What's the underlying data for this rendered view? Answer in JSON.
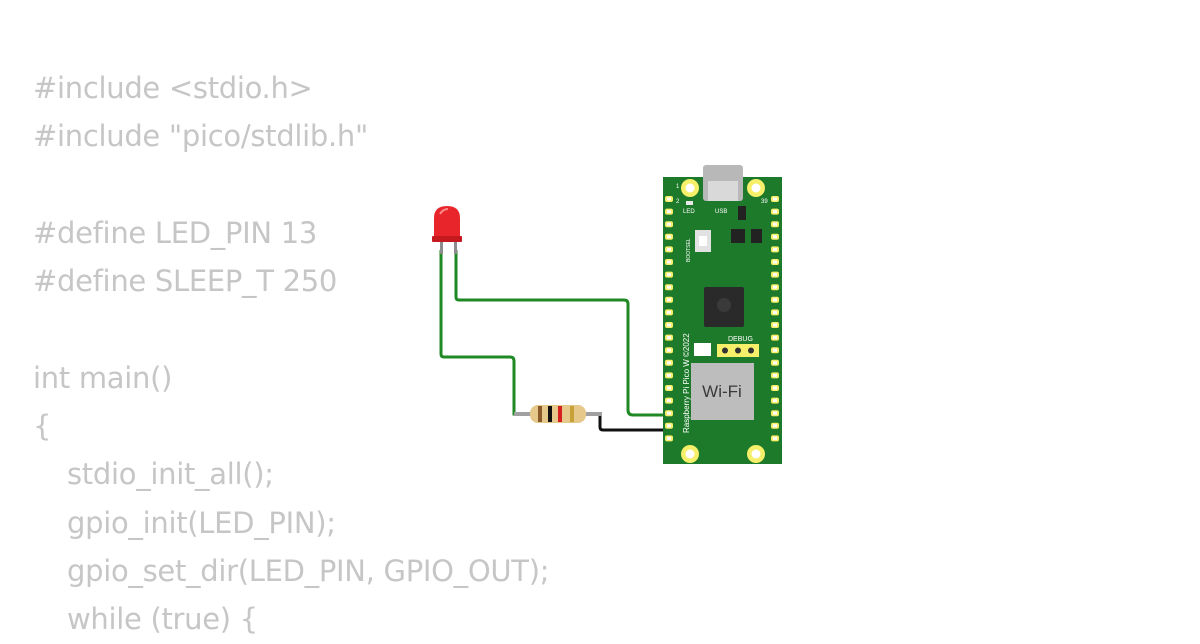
{
  "code": {
    "lines": [
      {
        "text": "#include <stdio.h>",
        "indent": 0
      },
      {
        "text": "#include \"pico/stdlib.h\"",
        "indent": 0
      },
      {
        "text": "",
        "indent": 0
      },
      {
        "text": "#define LED_PIN 13",
        "indent": 0
      },
      {
        "text": "#define SLEEP_T 250",
        "indent": 0
      },
      {
        "text": "",
        "indent": 0
      },
      {
        "text": "int main()",
        "indent": 0
      },
      {
        "text": "{",
        "indent": 0
      },
      {
        "text": "stdio_init_all();",
        "indent": 1
      },
      {
        "text": "gpio_init(LED_PIN);",
        "indent": 1
      },
      {
        "text": "gpio_set_dir(LED_PIN, GPIO_OUT);",
        "indent": 1
      },
      {
        "text": "while (true) {",
        "indent": 1
      }
    ]
  },
  "board": {
    "name_label": "Raspberry Pi Pico W ©2022",
    "wifi_label": "Wi-Fi",
    "debug_label": "DEBUG",
    "led_label": "LED",
    "usb_label": "USB",
    "bootsel_label": "BOOTSEL",
    "pin_top_left": "1",
    "pin_left_2": "2",
    "pin_right_39": "39",
    "color": "#1e7a2b"
  },
  "colors": {
    "code_text": "#c6c6c6",
    "wire_signal": "#1f8a23",
    "wire_ground": "#111111",
    "led_red": "#e8252b",
    "pad_yellow": "#f5ef6a"
  }
}
